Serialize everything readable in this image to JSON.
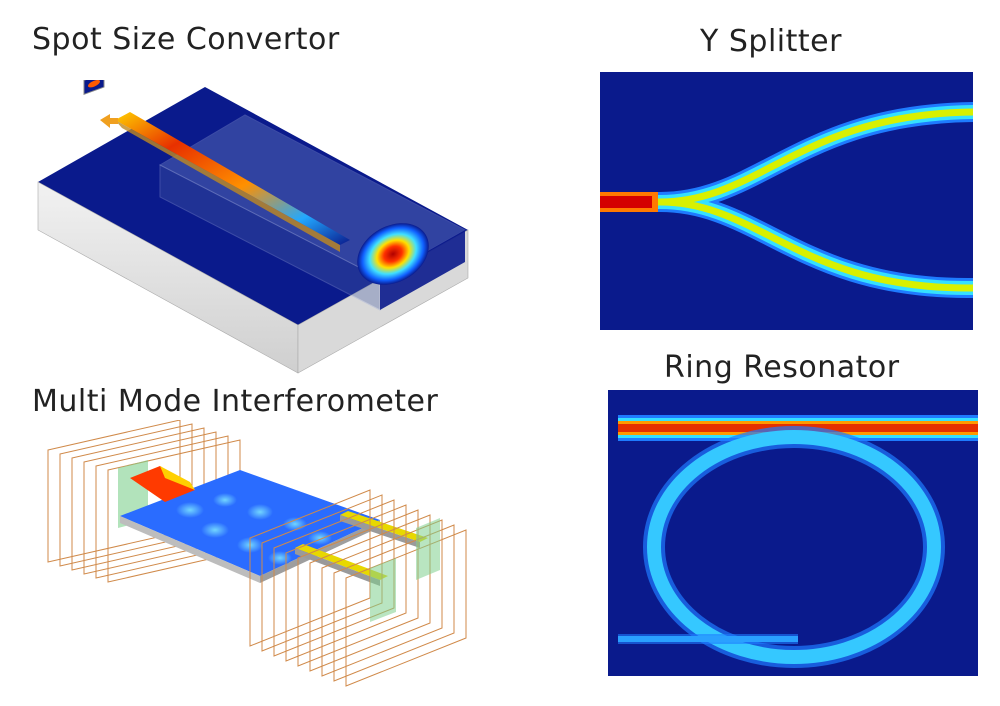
{
  "panels": {
    "spot_size_convertor": {
      "title": "Spot Size Convertor"
    },
    "y_splitter": {
      "title": "Y Splitter"
    },
    "multi_mode_interferometer": {
      "title": "Multi Mode Interferometer"
    },
    "ring_resonator": {
      "title": "Ring Resonator"
    }
  },
  "colors": {
    "field_background": "#0a1a8c",
    "field_hot": "#d40000",
    "field_mid": "#f2e600",
    "field_low": "#2bd4ff",
    "slab_side": "#e6e6e6",
    "port_plane": "#d08a4a",
    "port_fill": "#7fd08e"
  }
}
